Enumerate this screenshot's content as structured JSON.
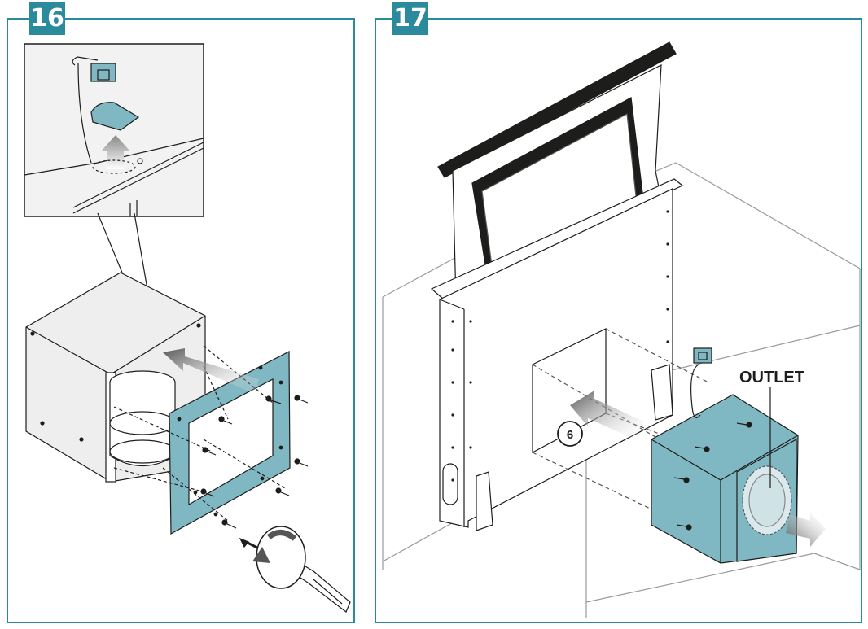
{
  "steps": [
    {
      "number": "16"
    },
    {
      "number": "17"
    }
  ],
  "callouts": {
    "part_number": "6",
    "outlet_label": "OUTLET"
  },
  "colors": {
    "accent": "#2b8a9c",
    "part_fill": "#7fb8c3",
    "line": "#1d1d1b"
  }
}
